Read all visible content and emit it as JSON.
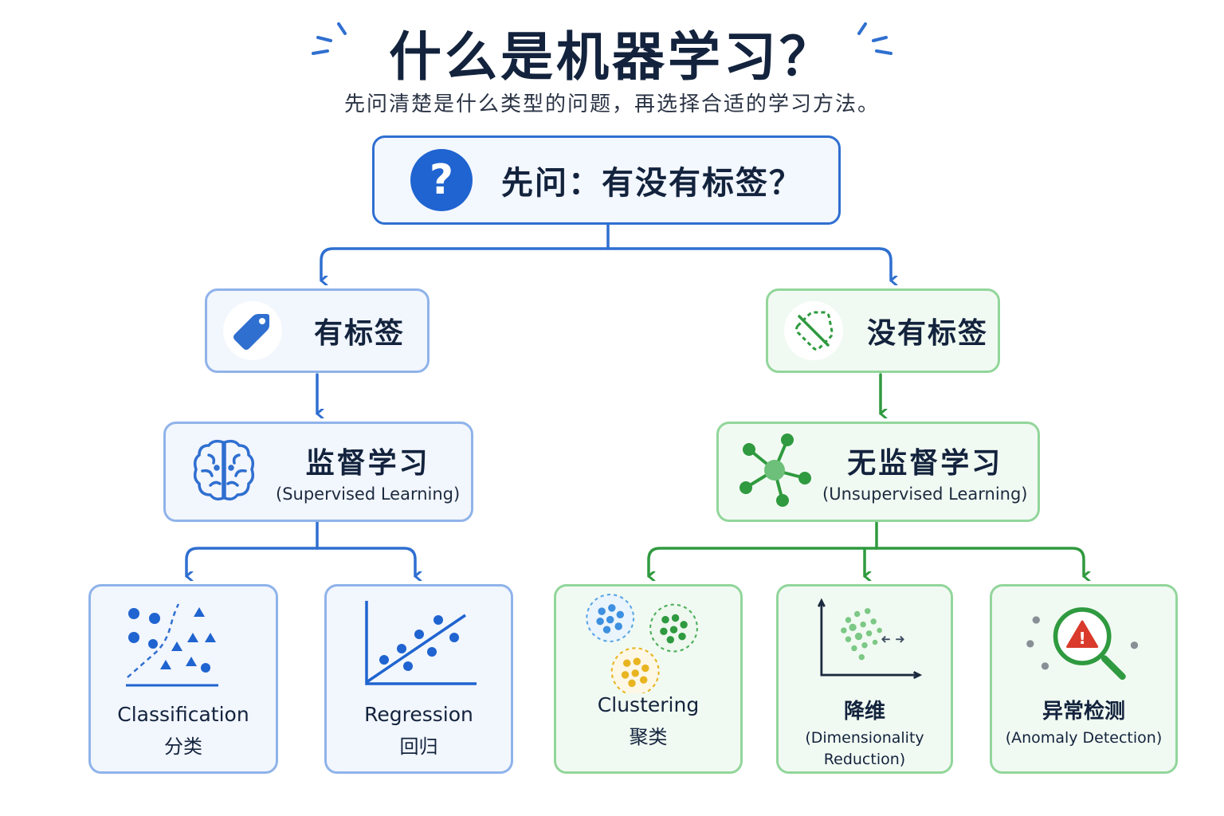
{
  "header": {
    "title": "什么是机器学习？",
    "subtitle": "先问清楚是什么类型的问题，再选择合适的学习方法。"
  },
  "root": {
    "icon": "question-icon",
    "question_mark": "?",
    "text": "先问：有没有标签？"
  },
  "branches": {
    "labeled": {
      "icon": "tag-icon",
      "label": "有标签"
    },
    "unlabeled": {
      "icon": "dashed-tag-crossed-icon",
      "label": "没有标签"
    }
  },
  "methods": {
    "supervised": {
      "icon": "brain-icon",
      "title": "监督学习",
      "subtitle": "(Supervised Learning)"
    },
    "unsupervised": {
      "icon": "network-icon",
      "title": "无监督学习",
      "subtitle": "(Unsupervised Learning)"
    }
  },
  "tasks": {
    "classification": {
      "icon": "scatter-boundary-icon",
      "en": "Classification",
      "zh": "分类"
    },
    "regression": {
      "icon": "regression-line-icon",
      "en": "Regression",
      "zh": "回归"
    },
    "clustering": {
      "icon": "clusters-icon",
      "en": "Clustering",
      "zh": "聚类"
    },
    "dim_reduction": {
      "icon": "reduction-axes-icon",
      "zh": "降维",
      "en_line1": "(Dimensionality",
      "en_line2": "Reduction)"
    },
    "anomaly": {
      "icon": "magnifier-warning-icon",
      "zh": "异常检测",
      "en": "(Anomaly Detection)",
      "warning": "!"
    }
  },
  "colors": {
    "blue_accent": "#2f6fd0",
    "blue_border": "#8fb3ea",
    "green_accent": "#2f9a3f",
    "green_border": "#92d69b",
    "alert_red": "#d93a2b",
    "yellow": "#e8b520"
  }
}
